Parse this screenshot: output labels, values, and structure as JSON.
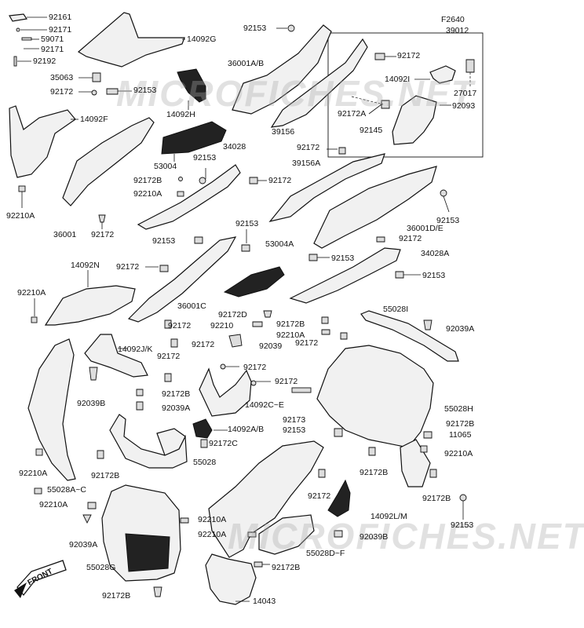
{
  "watermark": "MICROFICHES.NET",
  "front_label": "FRONT",
  "labels": {
    "l92161": "92161",
    "l92171a": "92171",
    "l59071": "59071",
    "l92171b": "92171",
    "l92192": "92192",
    "l35063": "35063",
    "l92172a": "92172",
    "l92153a": "92153",
    "l14092g": "14092G",
    "l92153b": "92153",
    "l36001ab": "36001A/B",
    "lF2640": "F2640",
    "l39012": "39012",
    "l92172b": "92172",
    "l14092i": "14092I",
    "l27017": "27017",
    "l92172c": "92172A",
    "l92093": "92093",
    "l92145": "92145",
    "l14092h": "14092H",
    "l39156": "39156",
    "l14092f": "14092F",
    "l92172d": "92172",
    "l53004": "53004",
    "l92153c": "92153",
    "l34028": "34028",
    "l39156a": "39156A",
    "l92172e": "92172B",
    "l92172f": "92172",
    "l92210a1": "92210A",
    "l92153d": "92153",
    "l92210a2": "92210A",
    "l36001": "36001",
    "l92172g": "92172",
    "l36001de": "36001D/E",
    "l92153e": "92153",
    "l92153f": "92153",
    "l53004a": "53004A",
    "l92172h": "92172",
    "l34028a": "34028A",
    "l92153g": "92153",
    "l92153h": "92153",
    "l14092n": "14092N",
    "l92172i": "92172",
    "l36001c": "36001C",
    "l92210a3": "92210A",
    "l92172d2": "92172D",
    "l92210": "92210",
    "l92172b2": "92172B",
    "l55028i": "55028I",
    "l92210a4": "92210A",
    "l92039a": "92039A",
    "l92172j": "92172",
    "l92172k": "92172",
    "l92039": "92039",
    "l92172l": "92172",
    "l14092jk": "14092J/K",
    "l92172m": "92172",
    "l92172n": "92172",
    "l92172o": "92172",
    "l92039b": "92039B",
    "l92172b3": "92172B",
    "l92039a2": "92039A",
    "l14092ce": "14092C~E",
    "l92173": "92173",
    "l55028h": "55028H",
    "l92172b4": "92172B",
    "l92153i": "92153",
    "l11065": "11065",
    "l14092ab": "14092A/B",
    "l92172c2": "92172C",
    "l92210a5": "92210A",
    "l92172b5": "92172B",
    "l55028": "55028",
    "l92210a6": "92210A",
    "l92172b6": "92172B",
    "l92172p": "92172",
    "l92172b7": "92172B",
    "l55028ac": "55028A~C",
    "l92210a7": "92210A",
    "l92210a8": "92210A",
    "l92153j": "92153",
    "l14092lm": "14092L/M",
    "l92039a3": "92039A",
    "l92210a9": "92210A",
    "l92039b2": "92039B",
    "l55028df": "55028D~F",
    "l55028g": "55028G",
    "l92172b8": "92172B",
    "l92172b9": "92172B",
    "l14043": "14043"
  }
}
